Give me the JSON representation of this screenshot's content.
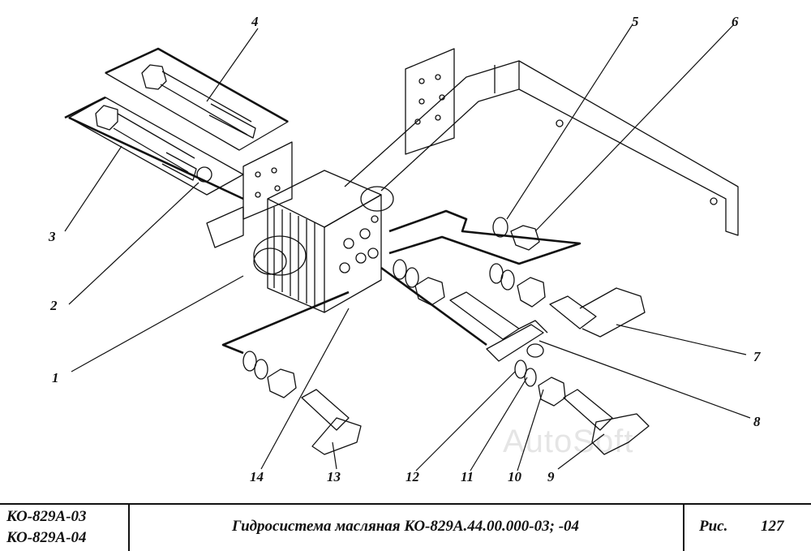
{
  "callouts": [
    "1",
    "2",
    "3",
    "4",
    "5",
    "6",
    "7",
    "8",
    "9",
    "10",
    "11",
    "12",
    "13",
    "14"
  ],
  "watermark": "AutoSoft",
  "title_block": {
    "models": [
      "КО-829А-03",
      "КО-829А-04"
    ],
    "title": "Гидросистема масляная КО-829А.44.00.000-03; -04",
    "fig_label": "Рис.",
    "fig_number": "127"
  },
  "colors": {
    "ink": "#111111",
    "paper": "#ffffff"
  }
}
